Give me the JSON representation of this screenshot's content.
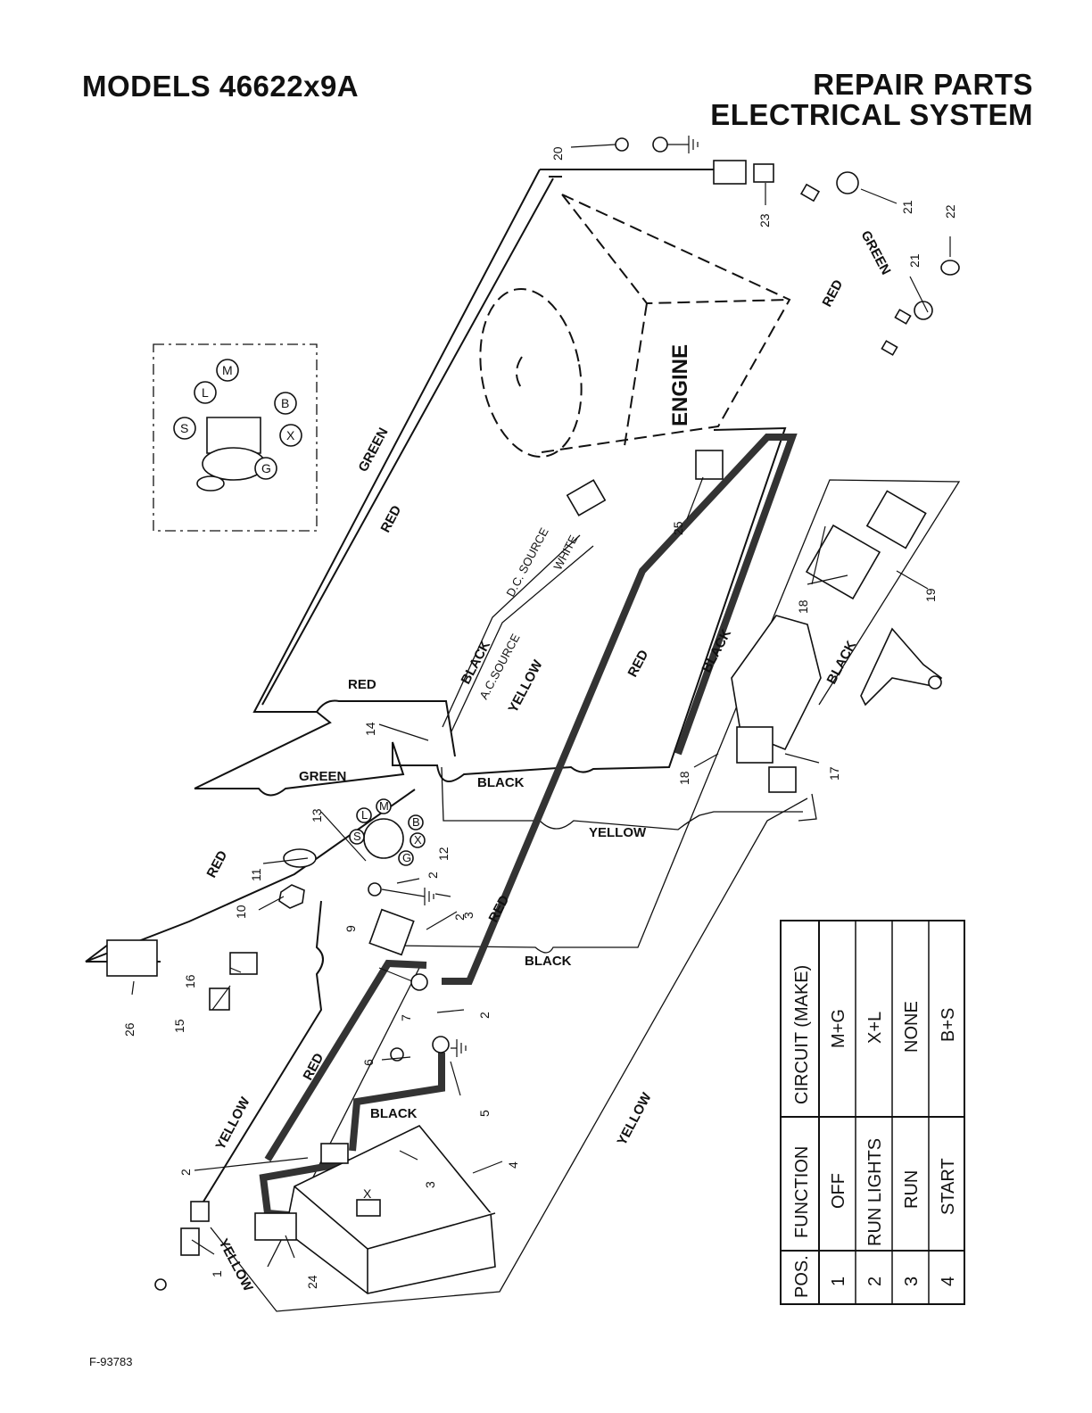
{
  "header": {
    "title_left": "MODELS 46622x9A",
    "title_right_line1": "REPAIR PARTS",
    "title_right_line2": "ELECTRICAL SYSTEM"
  },
  "figure_code": "F-93783",
  "wire_labels": {
    "green_main": "GREEN",
    "red_main": "RED",
    "red_left": "RED",
    "red_loop": "RED",
    "green_loop": "GREEN",
    "black_loop": "BLACK",
    "black_acsource": "BLACK",
    "ac_source": "A.C.SOURCE",
    "dc_source": "D.C. SOURCE",
    "white": "WHITE",
    "yellow_upper": "YELLOW",
    "red_center": "RED",
    "black_right1": "BLACK",
    "black_right2": "BLACK",
    "yellow_mid": "YELLOW",
    "red_lower": "RED",
    "black_lower": "BLACK",
    "red_battery": "RED",
    "black_battery": "BLACK",
    "yellow_left": "YELLOW",
    "yellow_right": "YELLOW",
    "yellow_bottom": "YELLOW",
    "green_light": "GREEN",
    "red_light": "RED"
  },
  "engine_label": "ENGINE",
  "switch_terminals": [
    "S",
    "L",
    "M",
    "B",
    "X",
    "G"
  ],
  "battery_terminal_mark": "X",
  "part_numbers": [
    "1",
    "2",
    "2",
    "2",
    "2",
    "3",
    "3",
    "4",
    "5",
    "6",
    "7",
    "9",
    "10",
    "11",
    "12",
    "13",
    "14",
    "15",
    "16",
    "17",
    "18",
    "18",
    "19",
    "20",
    "21",
    "21",
    "22",
    "23",
    "24",
    "25",
    "26"
  ],
  "circuit_table": {
    "headers": [
      "POS.",
      "FUNCTION",
      "CIRCUIT (MAKE)"
    ],
    "rows": [
      {
        "pos": "1",
        "function": "OFF",
        "circuit": "M+G"
      },
      {
        "pos": "2",
        "function": "RUN LIGHTS",
        "circuit": "X+L"
      },
      {
        "pos": "3",
        "function": "RUN",
        "circuit": "NONE"
      },
      {
        "pos": "4",
        "function": "START",
        "circuit": "B+S"
      }
    ]
  }
}
